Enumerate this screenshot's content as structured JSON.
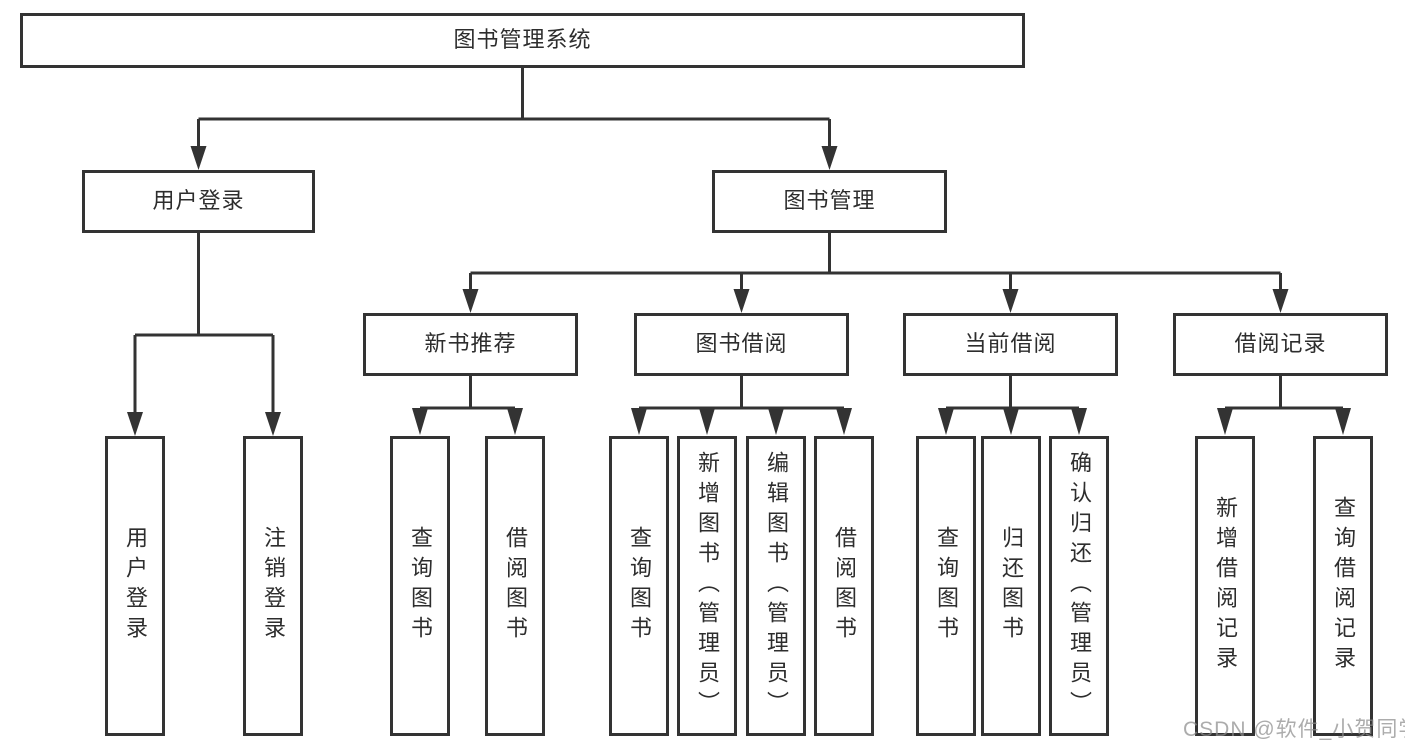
{
  "nodes": {
    "root": "图书管理系统",
    "level2": [
      "用户登录",
      "图书管理"
    ],
    "level3": [
      "新书推荐",
      "图书借阅",
      "当前借阅",
      "借阅记录"
    ],
    "leaves": {
      "login": [
        "用户登录",
        "注销登录"
      ],
      "recommend": [
        "查询图书",
        "借阅图书"
      ],
      "borrow": [
        "查询图书",
        "新增图书（管理员）",
        "编辑图书（管理员）",
        "借阅图书"
      ],
      "current": [
        "查询图书",
        "归还图书",
        "确认归还（管理员）"
      ],
      "records": [
        "新增借阅记录",
        "查询借阅记录"
      ]
    }
  },
  "watermark": "CSDN @软件_小贺同学",
  "colors": {
    "line": "#333333",
    "box_border": "#333333",
    "text": "#2d2d2d",
    "watermark": "#8c8c8c",
    "background": "#ffffff"
  }
}
